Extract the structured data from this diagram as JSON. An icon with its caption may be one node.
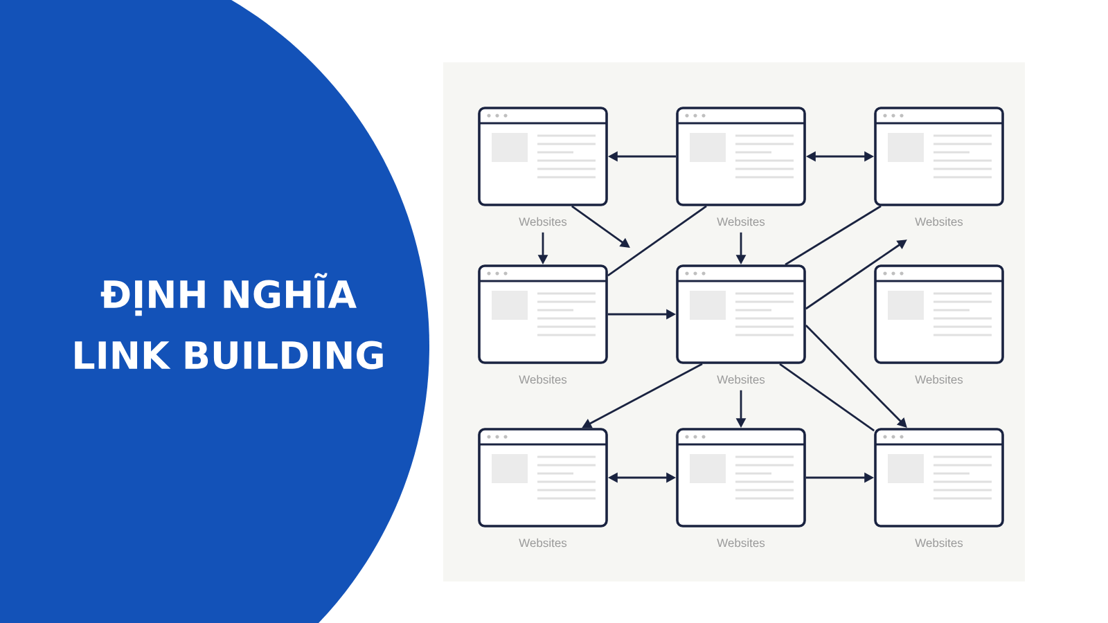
{
  "diagram": {
    "title": "ĐỊNH NGHĨA LINK BUILDING",
    "nodes": [
      {
        "text": [],
        "shape": "box",
        "beside": [
          "Websites"
        ]
      },
      {
        "text": [],
        "shape": "box",
        "beside": [
          "Websites"
        ]
      },
      {
        "text": [],
        "shape": "box",
        "beside": [
          "Websites"
        ]
      },
      {
        "text": [],
        "shape": "box",
        "beside": [
          "Websites"
        ]
      },
      {
        "text": [],
        "shape": "box",
        "beside": [
          "Websites"
        ]
      },
      {
        "text": [],
        "shape": "box",
        "beside": [
          "Websites"
        ]
      },
      {
        "text": [],
        "shape": "box",
        "beside": [
          "Websites"
        ]
      },
      {
        "text": [],
        "shape": "box",
        "beside": [
          "Websites"
        ]
      },
      {
        "text": [],
        "shape": "box",
        "beside": [
          "Websites"
        ]
      }
    ],
    "edges": [
      {
        "from": 1,
        "to": 0,
        "arrow": "to"
      },
      {
        "from": 1,
        "to": 2,
        "arrow": "both"
      },
      {
        "from": 0,
        "to": null,
        "arrow": "to"
      },
      {
        "from": 0,
        "to": 3,
        "arrow": "to"
      },
      {
        "from": 3,
        "to": 1,
        "arrow": "none"
      },
      {
        "from": 1,
        "to": 4,
        "arrow": "to"
      },
      {
        "from": 4,
        "to": 2,
        "arrow": "none"
      },
      {
        "from": 3,
        "to": 4,
        "arrow": "to"
      },
      {
        "from": 4,
        "to": null,
        "arrow": "to"
      },
      {
        "from": 4,
        "to": 8,
        "arrow": "to"
      },
      {
        "from": 4,
        "to": 6,
        "arrow": "to"
      },
      {
        "from": 4,
        "to": 8,
        "arrow": "none"
      },
      {
        "from": 4,
        "to": 7,
        "arrow": "to"
      },
      {
        "from": 6,
        "to": 7,
        "arrow": "both"
      },
      {
        "from": 7,
        "to": 8,
        "arrow": "to"
      }
    ]
  }
}
